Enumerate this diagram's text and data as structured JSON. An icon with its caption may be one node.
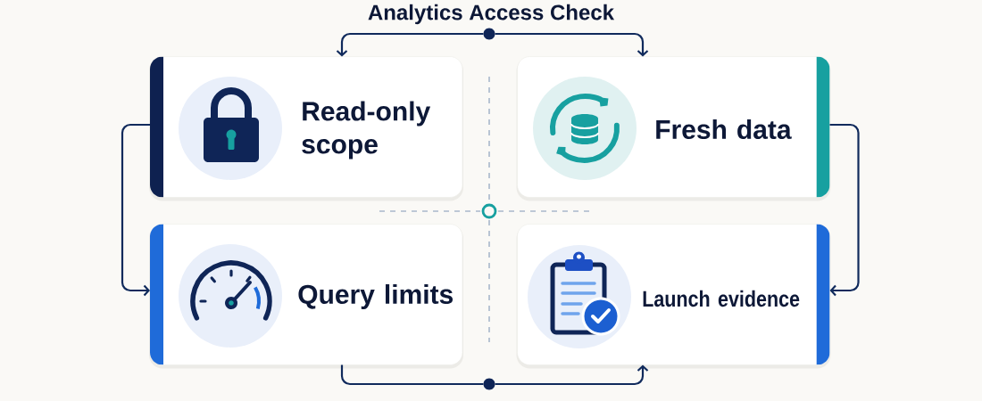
{
  "diagram": {
    "title": "Analytics Access Check",
    "nodes": [
      {
        "text": [
          "Read-only scope"
        ]
      },
      {
        "text": [
          "Fresh data"
        ]
      },
      {
        "text": [
          "Query limits"
        ]
      },
      {
        "text": [
          "Launch evidence"
        ]
      },
      {
        "text": [],
        "shape": "circle"
      },
      {
        "text": [],
        "shape": "circle"
      }
    ],
    "edges": [
      {
        "from": 4,
        "to": 0,
        "arrow": "to"
      },
      {
        "from": 4,
        "to": 1,
        "arrow": "to"
      },
      {
        "from": 0,
        "to": 2,
        "arrow": "to"
      },
      {
        "from": 1,
        "to": 3,
        "arrow": "to"
      },
      {
        "from": 2,
        "to": 5,
        "arrow": "none"
      },
      {
        "from": 5,
        "to": 3,
        "arrow": "to"
      }
    ]
  }
}
